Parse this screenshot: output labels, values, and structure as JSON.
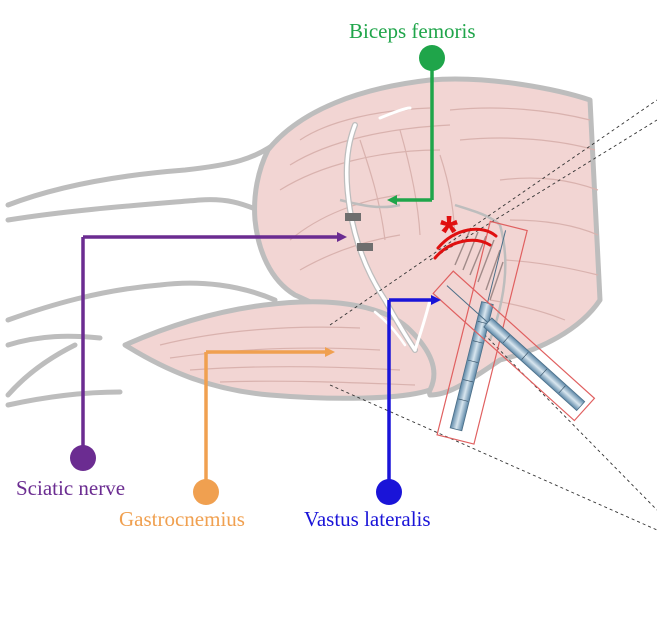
{
  "labels": {
    "biceps_femoris": "Biceps femoris",
    "sciatic_nerve": "Sciatic nerve",
    "gastrocnemius": "Gastrocnemius",
    "vastus_lateralis": "Vastus lateralis"
  },
  "colors": {
    "biceps_femoris": "#1fa54a",
    "sciatic_nerve": "#6b2c91",
    "gastrocnemius": "#f0a050",
    "vastus_lateralis": "#1a14d8",
    "muscle_fill": "#f2d5d3",
    "outline": "#bdbdbd",
    "injury_marker": "#e01010",
    "needle_box": "#e06060"
  },
  "injury_marker_symbol": "*"
}
